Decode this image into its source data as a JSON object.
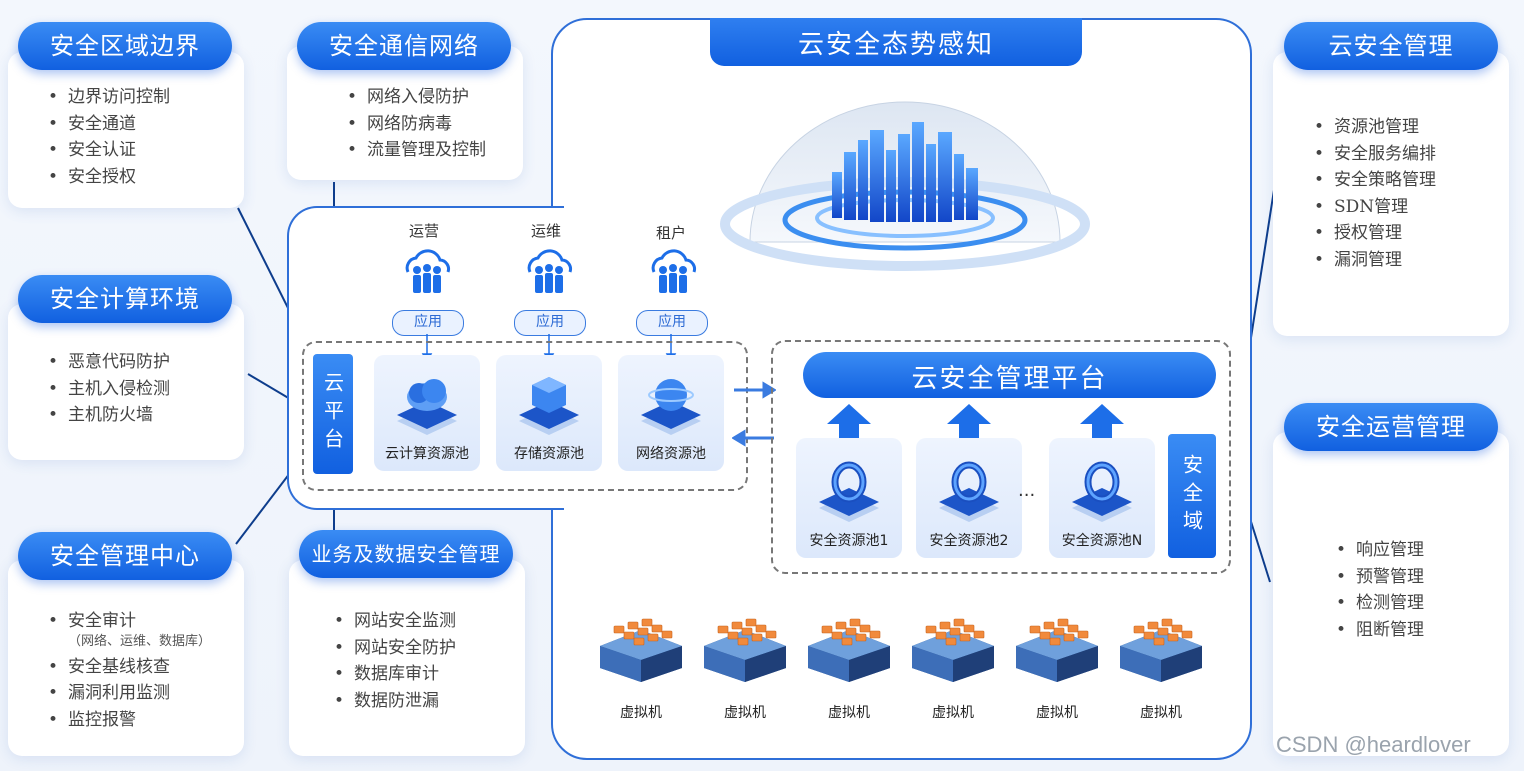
{
  "title": "云安全态势感知",
  "left_cards": [
    {
      "heading": "安全区域边界",
      "items": [
        "边界访问控制",
        "安全通道",
        "安全认证",
        "安全授权"
      ]
    },
    {
      "heading": "安全计算环境",
      "items": [
        "恶意代码防护",
        "主机入侵检测",
        "主机防火墙"
      ]
    },
    {
      "heading": "安全管理中心",
      "items": [
        "安全审计",
        "安全基线核查",
        "漏洞利用监测",
        "监控报警"
      ],
      "audit_sub": "（网络、运维、数据库）"
    }
  ],
  "mid_cards": [
    {
      "heading": "安全通信网络",
      "items": [
        "网络入侵防护",
        "网络防病毒",
        "流量管理及控制"
      ]
    },
    {
      "heading": "业务及数据安全管理",
      "items": [
        "网站安全监测",
        "网站安全防护",
        "数据库审计",
        "数据防泄漏"
      ]
    }
  ],
  "right_cards": [
    {
      "heading": "云安全管理",
      "items": [
        "资源池管理",
        "安全服务编排",
        "安全策略管理",
        "SDN管理",
        "授权管理",
        "漏洞管理"
      ]
    },
    {
      "heading": "安全运营管理",
      "items": [
        "响应管理",
        "预警管理",
        "检测管理",
        "阻断管理"
      ]
    }
  ],
  "roles": [
    "运营",
    "运维",
    "租户"
  ],
  "app_label": "应用",
  "cloud_platform_label": "云平台",
  "resource_pools": [
    "云计算资源池",
    "存储资源池",
    "网络资源池"
  ],
  "mgmt_platform_label": "云安全管理平台",
  "security_pools": [
    "安全资源池1",
    "安全资源池2",
    "安全资源池N"
  ],
  "ellipsis": "...",
  "security_domain_label": "安全域",
  "vm_label": "虚拟机",
  "vm_count": 6,
  "watermark": "CSDN @heardlover",
  "colors": {
    "accent": "#1d6ee8",
    "line": "#0e3d8c"
  }
}
